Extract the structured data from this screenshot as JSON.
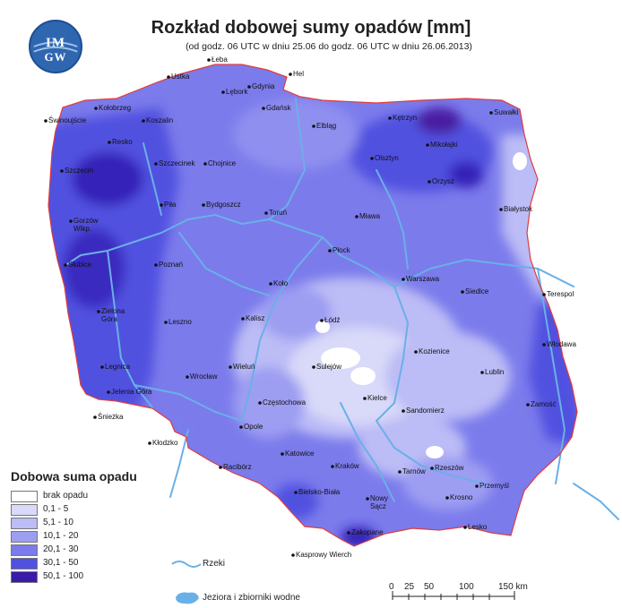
{
  "title": "Rozkład dobowej sumy opadów [mm]",
  "subtitle": "(od godz. 06 UTC w dniu 25.06 do godz. 06 UTC w dniu 26.06.2013)",
  "logo": {
    "top": "IM",
    "bottom": "GW"
  },
  "colors": {
    "c0": "#ffffff",
    "c1": "#d9d9f9",
    "c2": "#bcbcf6",
    "c3": "#9d9df2",
    "c4": "#7b7bec",
    "c5": "#5151e0",
    "c6": "#3424b8",
    "c7": "#4a1fa0",
    "river": "#6ab0e6",
    "border": "#e23b3b"
  },
  "cities": [
    {
      "name": "Łeba"
    },
    {
      "name": "Ustka"
    },
    {
      "name": "Hel"
    },
    {
      "name": "Lębork"
    },
    {
      "name": "Gdynia"
    },
    {
      "name": "Kołobrzeg"
    },
    {
      "name": "Koszalin"
    },
    {
      "name": "Gdańsk"
    },
    {
      "name": "Świnoujście"
    },
    {
      "name": "Elbląg"
    },
    {
      "name": "Kętrzyn"
    },
    {
      "name": "Suwałki"
    },
    {
      "name": "Resko"
    },
    {
      "name": "Mikołajki"
    },
    {
      "name": "Szczecinek"
    },
    {
      "name": "Chojnice"
    },
    {
      "name": "Olsztyn"
    },
    {
      "name": "Szczecin"
    },
    {
      "name": "Orzysz"
    },
    {
      "name": "Piła"
    },
    {
      "name": "Bydgoszcz"
    },
    {
      "name": "Toruń"
    },
    {
      "name": "Mława"
    },
    {
      "name": "Białystok"
    },
    {
      "name": "Gorzów Wlkp."
    },
    {
      "name": "Płock"
    },
    {
      "name": "Poznań"
    },
    {
      "name": "Słubice"
    },
    {
      "name": "Warszawa"
    },
    {
      "name": "Siedlce"
    },
    {
      "name": "Terespol"
    },
    {
      "name": "Koło"
    },
    {
      "name": "Zielona Góra"
    },
    {
      "name": "Łódź"
    },
    {
      "name": "Kalisz"
    },
    {
      "name": "Leszno"
    },
    {
      "name": "Włodawa"
    },
    {
      "name": "Kozienice"
    },
    {
      "name": "Wieluń"
    },
    {
      "name": "Sulejów"
    },
    {
      "name": "Legnica"
    },
    {
      "name": "Lublin"
    },
    {
      "name": "Wrocław"
    },
    {
      "name": "Jelenia Góra"
    },
    {
      "name": "Kielce"
    },
    {
      "name": "Częstochowa"
    },
    {
      "name": "Sandomierz"
    },
    {
      "name": "Zamość"
    },
    {
      "name": "Śnieżka"
    },
    {
      "name": "Opole"
    },
    {
      "name": "Kłodzko"
    },
    {
      "name": "Katowice"
    },
    {
      "name": "Racibórz"
    },
    {
      "name": "Kraków"
    },
    {
      "name": "Tarnów"
    },
    {
      "name": "Rzeszów"
    },
    {
      "name": "Przemyśl"
    },
    {
      "name": "Bielsko-Biała"
    },
    {
      "name": "Krosno"
    },
    {
      "name": "Nowy Sącz"
    },
    {
      "name": "Lesko"
    },
    {
      "name": "Zakopane"
    },
    {
      "name": "Kasprowy Wierch"
    }
  ],
  "legend": {
    "title": "Dobowa suma opadu",
    "items": [
      {
        "label": "brak opadu",
        "color": "#ffffff"
      },
      {
        "label": "0,1 - 5",
        "color": "#d9d9f9"
      },
      {
        "label": "5,1 - 10",
        "color": "#bcbcf6"
      },
      {
        "label": "10,1 - 20",
        "color": "#9d9df2"
      },
      {
        "label": "20,1 - 30",
        "color": "#7b7bec"
      },
      {
        "label": "30,1 - 50",
        "color": "#5151e0"
      },
      {
        "label": "50,1 - 100",
        "color": "#3a1aa8"
      }
    ],
    "rivers_label": "Rzeki",
    "lakes_label": "Jeziora i zbiorniki wodne"
  },
  "scale": {
    "labels": [
      "0",
      "25",
      "50",
      "100",
      "150 km"
    ]
  }
}
